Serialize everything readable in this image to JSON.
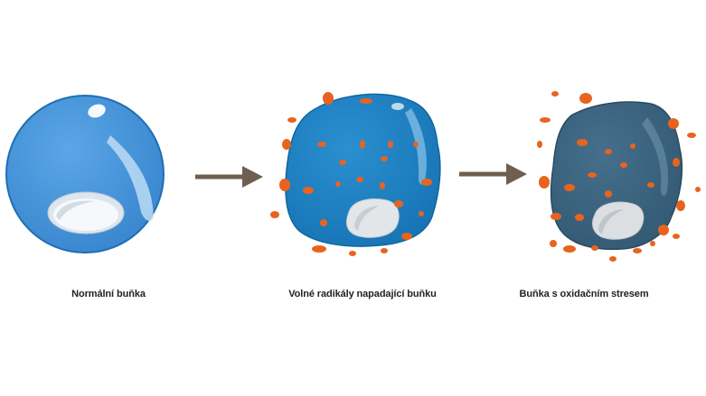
{
  "stages": [
    {
      "label": "Normální buňka"
    },
    {
      "label": "Volné radikály napadající buňku"
    },
    {
      "label": "Buňka s oxidačním stresem"
    }
  ],
  "colors": {
    "healthy_cell": "#3f8fd6",
    "attacked_cell": "#1c7fc1",
    "stressed_cell": "#3a5f7a",
    "free_radical": "#e8641e",
    "arrow": "#6e5f4e",
    "nucleus": "#eef2f6"
  }
}
